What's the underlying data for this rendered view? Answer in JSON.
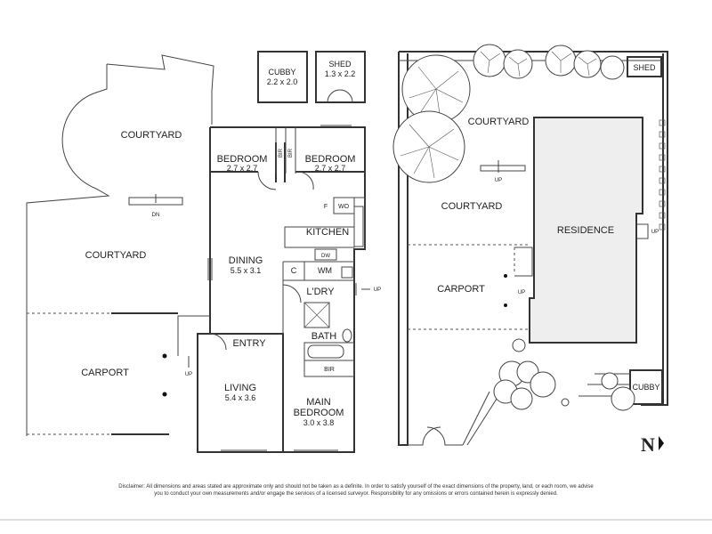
{
  "floor_plan": {
    "rooms": {
      "courtyard_top": "COURTYARD",
      "courtyard_left": "COURTYARD",
      "carport": "CARPORT",
      "cubby": {
        "name": "CUBBY",
        "dims": "2.2 x 2.0"
      },
      "shed": {
        "name": "SHED",
        "dims": "1.3 x 2.2"
      },
      "bedroom_1": {
        "name": "BEDROOM",
        "dims": "2.7 x 2.7"
      },
      "bedroom_2": {
        "name": "BEDROOM",
        "dims": "2.7 x 2.7"
      },
      "bir_1": "BIR",
      "bir_2": "BIR",
      "fridge": "F",
      "wall_oven": "WO",
      "kitchen": "KITCHEN",
      "dishwasher": "DW",
      "dining": {
        "name": "DINING",
        "dims": "5.5 x 3.1"
      },
      "cupboard": "C",
      "washing_machine": "WM",
      "laundry": "L'DRY",
      "bath": "BATH",
      "entry": "ENTRY",
      "bir_main": "BIR",
      "living": {
        "name": "LIVING",
        "dims": "5.4 x 3.6"
      },
      "main_bedroom": {
        "name": "MAIN",
        "name2": "BEDROOM",
        "dims": "3.0 x 3.8"
      }
    },
    "markers": {
      "dn": "DN",
      "up_laundry": "UP",
      "up_carport": "UP"
    }
  },
  "site_plan": {
    "shed": "SHED",
    "courtyard_top": "COURTYARD",
    "courtyard_mid": "COURTYARD",
    "residence": "RESIDENCE",
    "carport": "CARPORT",
    "cubby": "CUBBY",
    "markers": {
      "up_courtyard": "UP",
      "up_carport": "UP",
      "up_east": "UP"
    }
  },
  "north_label": "N",
  "disclaimer": "Disclaimer: All dimensions and areas stated are approximate only and should not be taken as a definite. In order to satisfy yourself of the exact dimensions of the property, land, or each room, we advise you to conduct your own measurements and/or engage the services of a licensed surveyor. Responsibility for any omissions or errors contained herein is expressly denied."
}
